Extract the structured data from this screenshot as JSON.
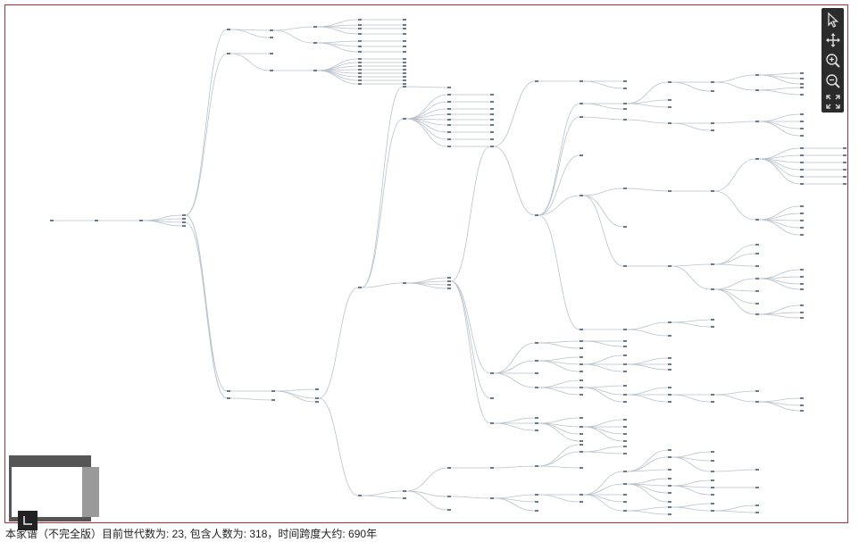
{
  "footer": {
    "text": "本家谱（不完全版）目前世代数为: 23, 包含人数为: 318，时间跨度大约: 690年"
  },
  "toolbar": {
    "tools": [
      {
        "name": "select-tool",
        "icon": "cursor-icon"
      },
      {
        "name": "pan-tool",
        "icon": "move-icon"
      },
      {
        "name": "zoom-in-tool",
        "icon": "zoom-in-icon"
      },
      {
        "name": "zoom-out-tool",
        "icon": "zoom-out-icon"
      },
      {
        "name": "fit-view-tool",
        "icon": "expand-icon"
      }
    ]
  },
  "minimap": {
    "icon": "resize-corner-icon"
  },
  "colors": {
    "border": "#c6272c",
    "edge": "#b9c3cc",
    "toolbar": "#2b2b2b"
  }
}
